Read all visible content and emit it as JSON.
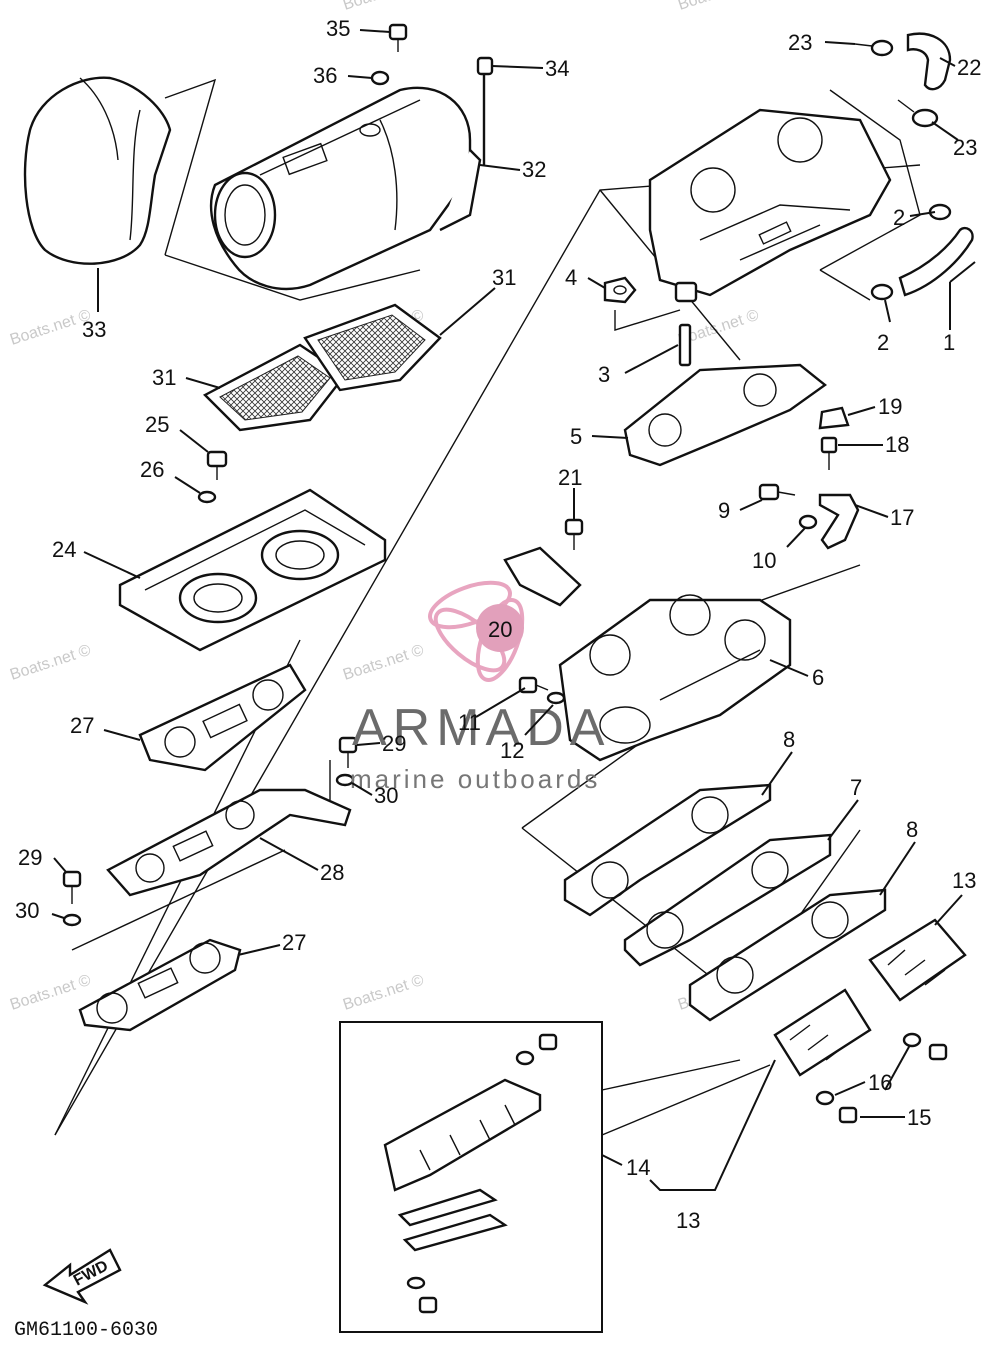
{
  "diagram": {
    "code": "GM61100-6030",
    "fwd_label": "FWD",
    "brand": {
      "name": "ARMADA",
      "tagline": "marine outboards",
      "badge_number": "20"
    },
    "watermark": "Boats.net ©",
    "callouts": [
      "1",
      "2",
      "2",
      "3",
      "4",
      "5",
      "6",
      "7",
      "8",
      "8",
      "9",
      "10",
      "11",
      "12",
      "13",
      "13",
      "14",
      "15",
      "16",
      "17",
      "18",
      "19",
      "21",
      "22",
      "23",
      "23",
      "24",
      "25",
      "26",
      "27",
      "27",
      "28",
      "29",
      "29",
      "30",
      "30",
      "31",
      "31",
      "32",
      "33",
      "34",
      "35",
      "36"
    ]
  }
}
